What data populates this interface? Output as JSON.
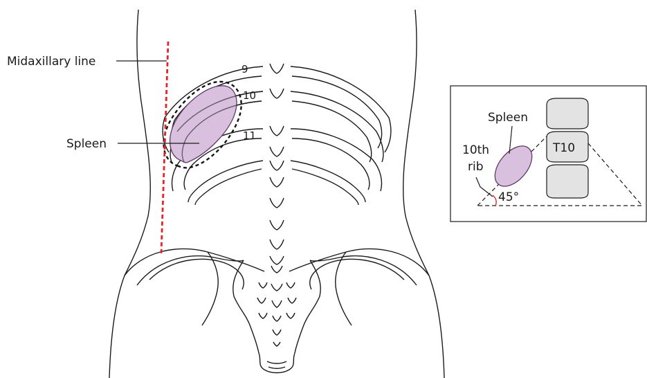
{
  "labels": {
    "midaxillary_line": "Midaxillary line",
    "spleen": "Spleen",
    "rib_9": "9",
    "rib_10": "10",
    "rib_11": "11"
  },
  "inset": {
    "spleen": "Spleen",
    "rib_line1": "10th",
    "rib_line2": "rib",
    "vertebra": "T10",
    "angle": "45°"
  },
  "colors": {
    "spleen_fill": "#d8c0de",
    "spleen_stroke": "#5b3a63",
    "midaxillary_line": "#e0262c",
    "angle_arc": "#d8282c",
    "vertebra_fill": "#e3e3e3"
  }
}
